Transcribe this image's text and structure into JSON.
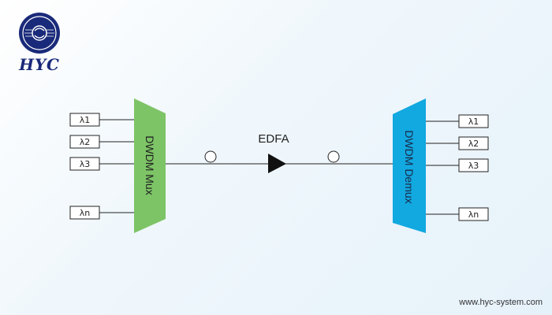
{
  "logo": {
    "text": "HYC",
    "color": "#1a2a7a"
  },
  "mux": {
    "label": "DWDM Mux",
    "color": "#7dc466",
    "inputs": [
      "λ1",
      "λ2",
      "λ3",
      "λn"
    ]
  },
  "demux": {
    "label": "DWDM Demux",
    "color": "#12a8e0",
    "outputs": [
      "λ1",
      "λ2",
      "λ3",
      "λn"
    ]
  },
  "amplifier": {
    "label": "EDFA"
  },
  "footer": {
    "website": "www.hyc-system.com"
  }
}
